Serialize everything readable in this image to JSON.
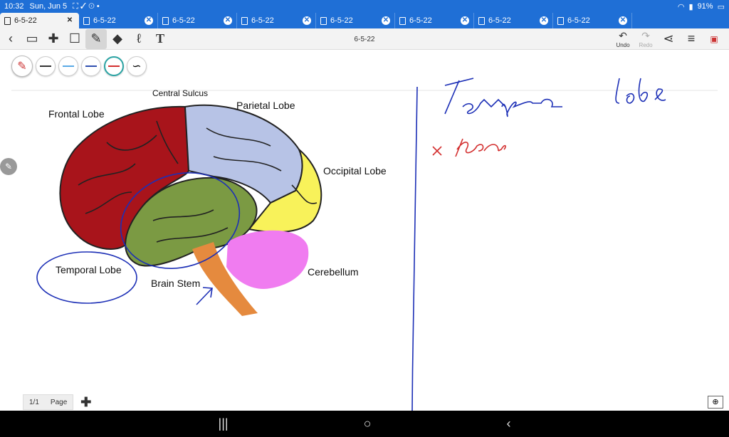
{
  "status": {
    "time": "10:32",
    "date": "Sun, Jun 5",
    "battery": "91%"
  },
  "tabs": [
    {
      "label": "6-5-22",
      "active": true
    },
    {
      "label": "6-5-22",
      "active": false
    },
    {
      "label": "6-5-22",
      "active": false
    },
    {
      "label": "6-5-22",
      "active": false
    },
    {
      "label": "6-5-22",
      "active": false
    },
    {
      "label": "6-5-22",
      "active": false
    },
    {
      "label": "6-5-22",
      "active": false
    },
    {
      "label": "6-5-22",
      "active": false
    }
  ],
  "toolbar": {
    "title": "6-5-22",
    "undo_label": "Undo",
    "redo_label": "Redo"
  },
  "pen_colors": [
    "#333333",
    "#5aa9e6",
    "#2f4fb0",
    "#d32f2f"
  ],
  "figure": {
    "labels": {
      "central_sulcus": "Central Sulcus",
      "frontal": "Frontal Lobe",
      "parietal": "Parietal Lobe",
      "occipital": "Occipital Lobe",
      "temporal": "Temporal Lobe",
      "brain_stem": "Brain Stem",
      "cerebellum": "Cerebellum"
    },
    "colors": {
      "frontal": "#a8141b",
      "parietal": "#b7c3e6",
      "occipital": "#f8f25a",
      "temporal": "#7b9a43",
      "cerebellum": "#f07cf0",
      "brainstem": "#e58a3e"
    }
  },
  "page": {
    "counter": "1/1",
    "label": "Page"
  }
}
